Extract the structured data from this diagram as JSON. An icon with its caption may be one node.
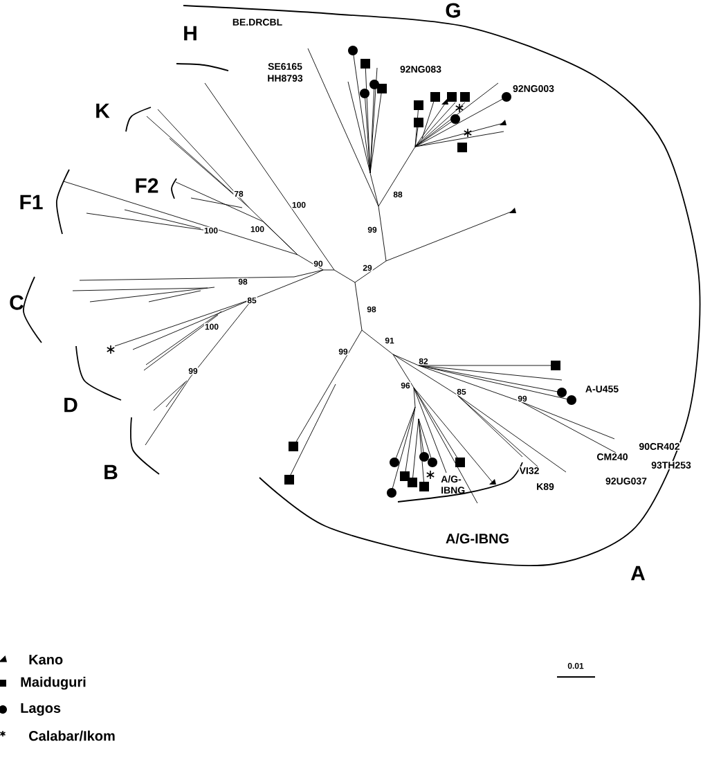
{
  "diagram": {
    "labels": [
      "G",
      "BE.DRCBL",
      "H",
      "SE6165",
      "92NG083",
      "HH8793",
      "92NG003",
      "K",
      "78",
      "F2",
      "100",
      "88",
      "F1",
      "100",
      "100",
      "99",
      "90",
      "29",
      "98",
      "C",
      "98",
      "85",
      "100",
      "91",
      "99",
      "82",
      "99",
      "96",
      "D",
      "85",
      "A-U455",
      "99",
      "B",
      "90CR402",
      "CM240",
      "93TH253",
      "VI32",
      "A/G- IBNG",
      "92UG037",
      "K89",
      "A/G-IBNG",
      "A",
      "0.01"
    ],
    "legend": [
      {
        "text": "Kano"
      },
      {
        "text": "Maiduguri"
      },
      {
        "text": "Lagos"
      },
      {
        "text": "Calabar/Ikom"
      }
    ]
  }
}
